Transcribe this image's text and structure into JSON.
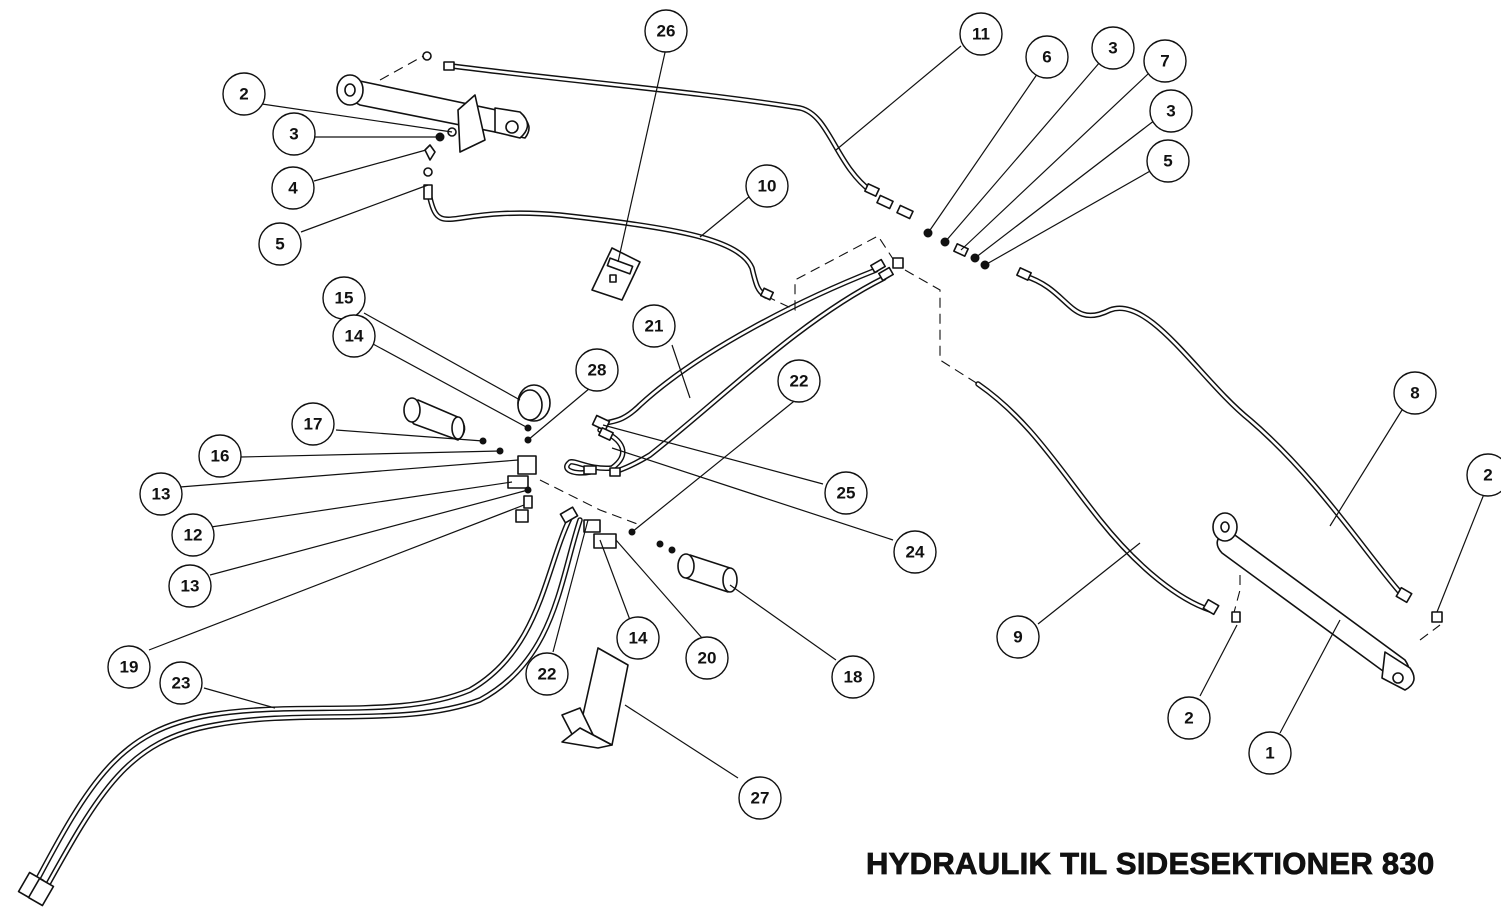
{
  "title": "HYDRAULIK TIL SIDESEKTIONER 830",
  "callouts": [
    {
      "id": "c26",
      "label": "26"
    },
    {
      "id": "c11",
      "label": "11"
    },
    {
      "id": "c6",
      "label": "6"
    },
    {
      "id": "c3a",
      "label": "3"
    },
    {
      "id": "c7",
      "label": "7"
    },
    {
      "id": "c3b",
      "label": "3"
    },
    {
      "id": "c5a",
      "label": "5"
    },
    {
      "id": "c2a",
      "label": "2"
    },
    {
      "id": "c3c",
      "label": "3"
    },
    {
      "id": "c4",
      "label": "4"
    },
    {
      "id": "c5b",
      "label": "5"
    },
    {
      "id": "c10",
      "label": "10"
    },
    {
      "id": "c15",
      "label": "15"
    },
    {
      "id": "c14a",
      "label": "14"
    },
    {
      "id": "c28",
      "label": "28"
    },
    {
      "id": "c21",
      "label": "21"
    },
    {
      "id": "c22a",
      "label": "22"
    },
    {
      "id": "c17",
      "label": "17"
    },
    {
      "id": "c16",
      "label": "16"
    },
    {
      "id": "c13a",
      "label": "13"
    },
    {
      "id": "c12",
      "label": "12"
    },
    {
      "id": "c13b",
      "label": "13"
    },
    {
      "id": "c25",
      "label": "25"
    },
    {
      "id": "c24",
      "label": "24"
    },
    {
      "id": "c8",
      "label": "8"
    },
    {
      "id": "c2b",
      "label": "2"
    },
    {
      "id": "c9",
      "label": "9"
    },
    {
      "id": "c19",
      "label": "19"
    },
    {
      "id": "c23",
      "label": "23"
    },
    {
      "id": "c14b",
      "label": "14"
    },
    {
      "id": "c20",
      "label": "20"
    },
    {
      "id": "c22b",
      "label": "22"
    },
    {
      "id": "c18",
      "label": "18"
    },
    {
      "id": "c2c",
      "label": "2"
    },
    {
      "id": "c1",
      "label": "1"
    },
    {
      "id": "c27",
      "label": "27"
    }
  ]
}
